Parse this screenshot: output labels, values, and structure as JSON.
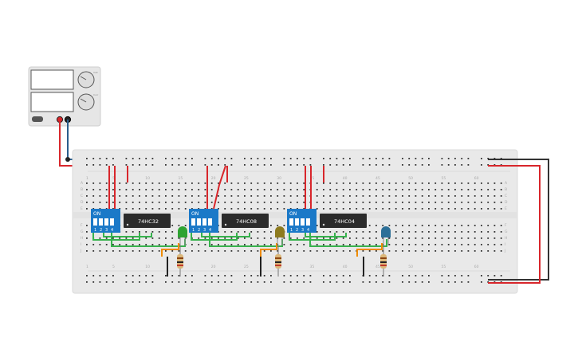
{
  "canvas": {
    "background": "#ffffff"
  },
  "power_supply": {
    "name": "dc-power-supply",
    "body_color": "#e6e6e6",
    "display_color": "#ffffff",
    "knob_color": "#dddddd",
    "knob_labels": [
      "Volt",
      "Curr"
    ]
  },
  "breadboard": {
    "body_color": "#e9e9e9",
    "hole_color": "#333333",
    "row_letters_top": [
      "A",
      "B",
      "C",
      "D",
      "E"
    ],
    "row_letters_bottom": [
      "F",
      "G",
      "H",
      "I",
      "J"
    ],
    "column_numbers": [
      "1",
      "5",
      "10",
      "15",
      "20",
      "25",
      "30",
      "35",
      "40",
      "45",
      "50",
      "55",
      "60"
    ]
  },
  "dip_switches": [
    {
      "id": "dip1",
      "header": "ON",
      "positions": [
        "1",
        "2",
        "3",
        "4"
      ],
      "color": "#1b79c8"
    },
    {
      "id": "dip2",
      "header": "ON",
      "positions": [
        "1",
        "2",
        "3",
        "4"
      ],
      "color": "#1b79c8"
    },
    {
      "id": "dip3",
      "header": "ON",
      "positions": [
        "1",
        "2",
        "3",
        "4"
      ],
      "color": "#1b79c8"
    }
  ],
  "chips": [
    {
      "id": "chip1",
      "label": "74HC32"
    },
    {
      "id": "chip2",
      "label": "74HC08"
    },
    {
      "id": "chip3",
      "label": "74HC04"
    }
  ],
  "leds": [
    {
      "id": "led-green",
      "color": "#2ea331"
    },
    {
      "id": "led-olive",
      "color": "#8d7a1e"
    },
    {
      "id": "led-blue",
      "color": "#2c6f97"
    }
  ],
  "wire_colors": {
    "red": "#d8262b",
    "black": "#222222",
    "green": "#37b24d",
    "orange": "#f08c00",
    "blue": "#2a5d8c"
  }
}
